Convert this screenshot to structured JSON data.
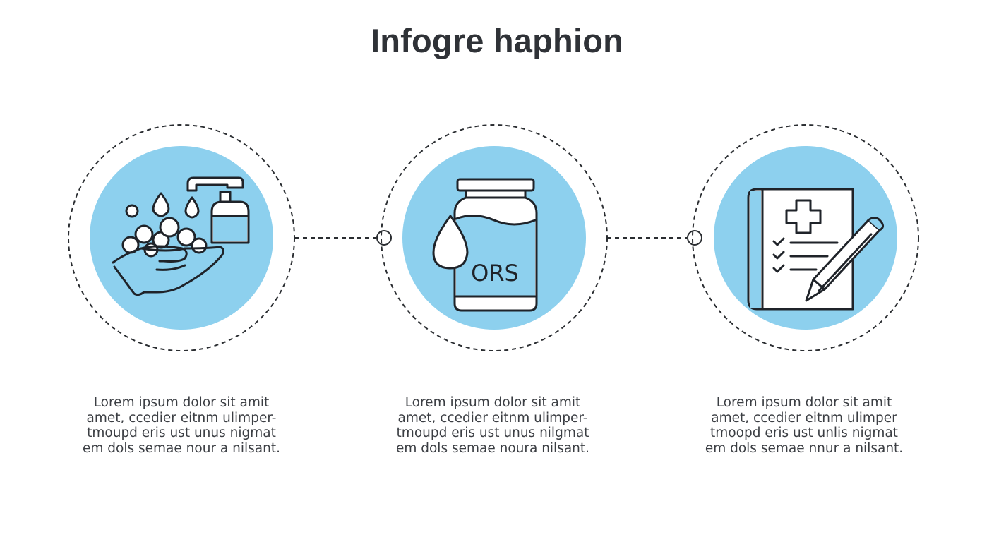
{
  "title": "Infogre haphion",
  "colors": {
    "circle_fill": "#8dd0ee",
    "stroke": "#1f2329",
    "dash": "#2a2d31",
    "text": "#3b3e43"
  },
  "steps": [
    {
      "icon": "hand-washing-icon",
      "caption": [
        "Lorem ipsum dolor sit amit",
        "amet, ccedier eitnm ulimper-",
        "tmoupd eris ust unus nigmat",
        "em dols semae nour a nilsant."
      ]
    },
    {
      "icon": "ors-jar-icon",
      "jar_label": "ORS",
      "caption": [
        "Lorem ipsum dolor sit amit",
        "amet, ccedier eitnm ulimper-",
        "tmoupd eris ust unus nilgmat",
        "em dols semae noura nilsant."
      ]
    },
    {
      "icon": "medical-record-icon",
      "caption": [
        "Lorem ipsum dolor sit amit",
        "amet, ccedier eitnm ulimper",
        "tmoopd eris ust unlis nigmat",
        "em dols semae nnur a nilsant."
      ]
    }
  ]
}
